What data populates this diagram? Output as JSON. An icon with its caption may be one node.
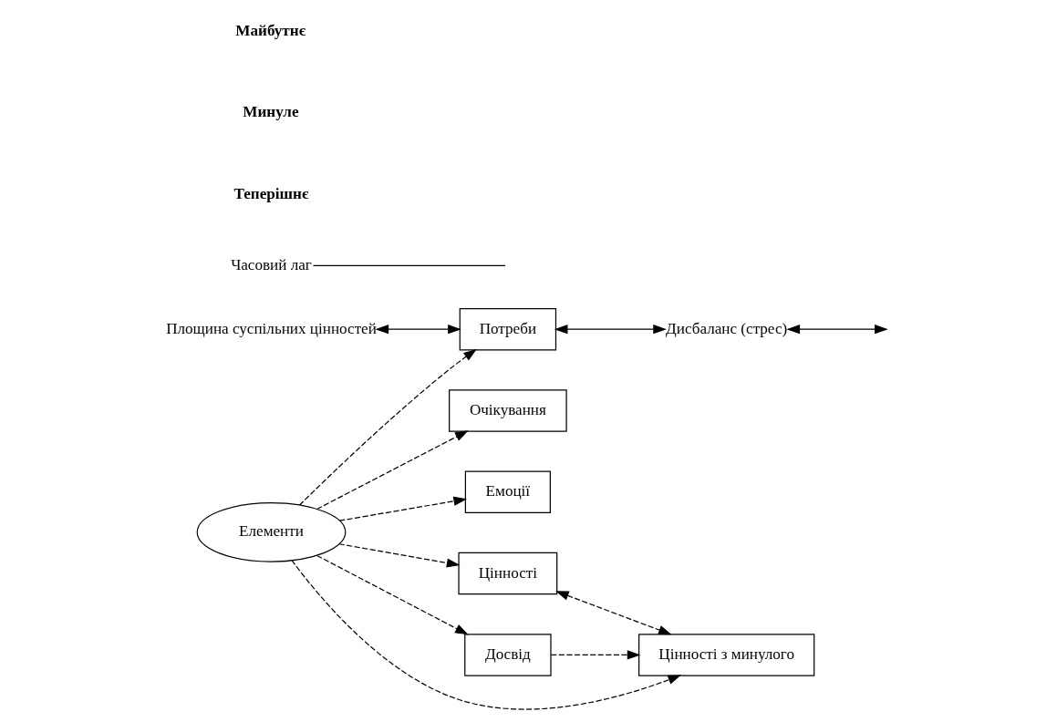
{
  "diagram": {
    "nodes": [
      {
        "text": [
          "Площина суспільних цінностей"
        ]
      },
      {
        "text": [
          "Очікування"
        ]
      },
      {
        "text": [
          "Емоції"
        ]
      },
      {
        "text": [
          "Потреби"
        ]
      },
      {
        "text": [
          "Елементи"
        ]
      },
      {
        "text": [
          "Цінності"
        ]
      },
      {
        "text": [
          "Часовий лаг"
        ]
      },
      {
        "text": [
          "Досвід"
        ]
      },
      {
        "text": [
          "Цінності з минулого"
        ]
      },
      {
        "text": [
          "Дисбаланс (стрес)"
        ]
      }
    ],
    "edges": [
      {
        "from": 0,
        "to": 3,
        "arrow": "both"
      },
      {
        "from": 4,
        "to": 1,
        "arrow": "to",
        "style": "dashed"
      },
      {
        "from": 4,
        "to": 2,
        "arrow": "to",
        "style": "dashed"
      },
      {
        "from": 4,
        "to": 3,
        "arrow": "to",
        "style": "dashed"
      },
      {
        "from": 4,
        "to": 5,
        "arrow": "to",
        "style": "dashed"
      },
      {
        "from": 4,
        "to": 7,
        "arrow": "to",
        "style": "dashed"
      },
      {
        "from": 4,
        "to": 8,
        "arrow": "to",
        "style": "dashed"
      },
      {
        "from": 7,
        "to": 8,
        "arrow": "to",
        "style": "dashed"
      },
      {
        "from": 5,
        "to": 8,
        "arrow": "both",
        "style": "dashed"
      },
      {
        "from": 6,
        "to": null,
        "arrow": "none"
      },
      {
        "from": 3,
        "to": 9,
        "arrow": "both"
      },
      {
        "from": 9,
        "to": null,
        "arrow": "both"
      }
    ],
    "labels": [
      "Теперішнє",
      "Минуле",
      "Майбутнє"
    ]
  }
}
